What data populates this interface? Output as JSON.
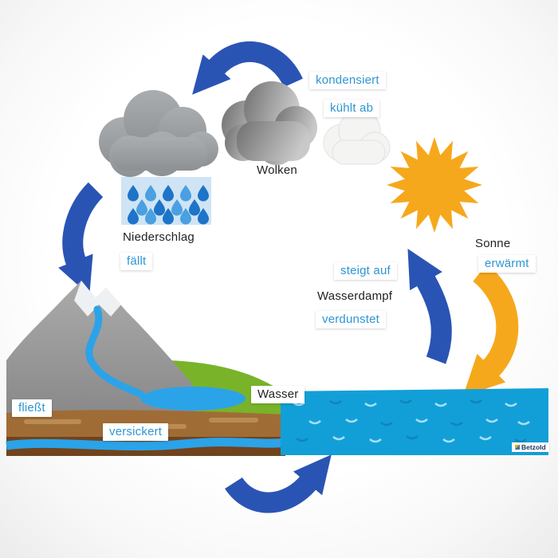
{
  "colors": {
    "arrow-blue": "#2a54b4",
    "accent-blue-text": "#2e96d2",
    "text-dark": "#222222",
    "sun-yellow": "#f6a81c",
    "sea-blue": "#129fd8",
    "fresh-blue": "#2ba3e8",
    "grass-green": "#79b32a",
    "soil-brown": "#a06c36",
    "soil-dark": "#70431d",
    "rain-bg": "#cfe4f4"
  },
  "labels": {
    "kondensiert": "kondensiert",
    "kuehlt_ab": "kühlt ab",
    "wolken": "Wolken",
    "niederschlag": "Niederschlag",
    "faellt": "fällt",
    "sonne": "Sonne",
    "erwaermt": "erwärmt",
    "steigt_auf": "steigt auf",
    "wasserdampf": "Wasserdampf",
    "verdunstet": "verdunstet",
    "fliesst": "fließt",
    "versickert": "versickert",
    "wasser": "Wasser"
  },
  "logo": {
    "text": "Betzold"
  }
}
